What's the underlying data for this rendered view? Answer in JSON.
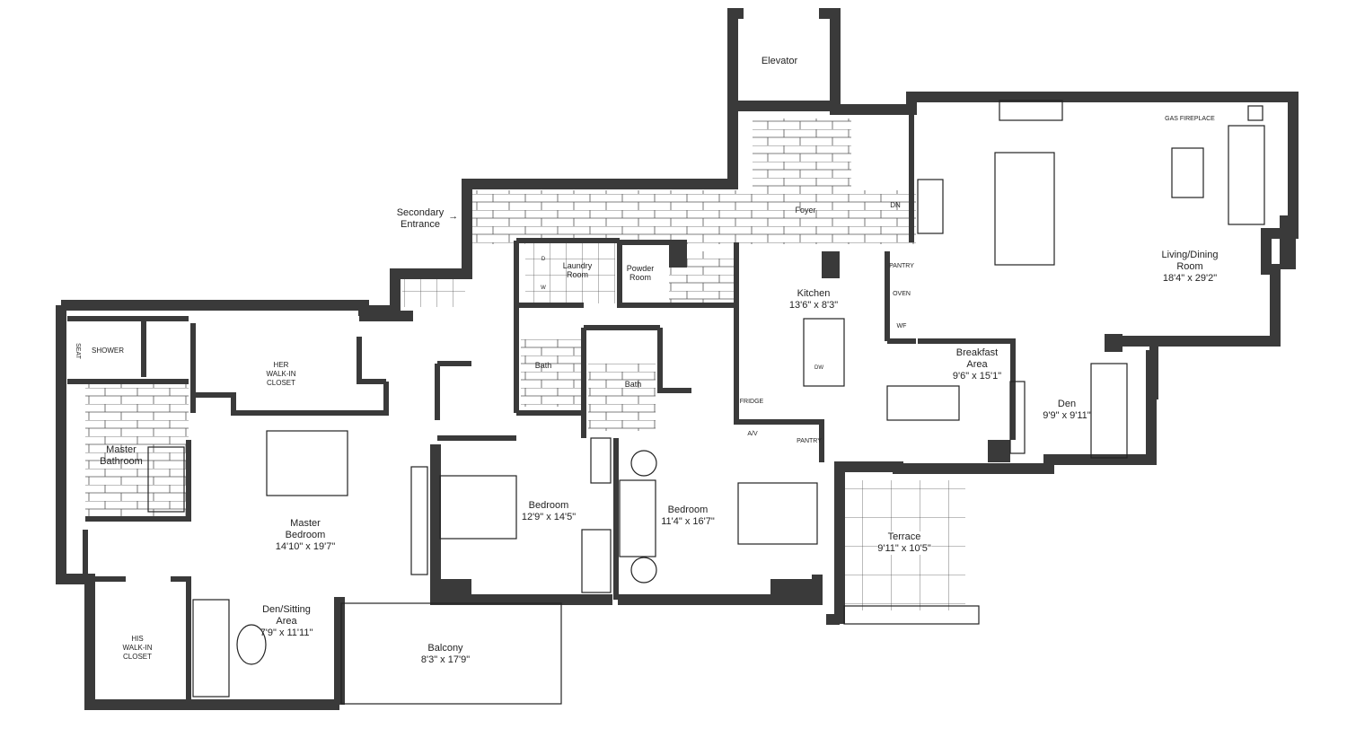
{
  "rooms": {
    "elevator": "Elevator",
    "foyer": "Foyer",
    "dn": "DN",
    "secondary_entrance": [
      "Secondary",
      "Entrance"
    ],
    "gas_fireplace": "GAS FIREPLACE",
    "living_dining": {
      "name": [
        "Living/Dining",
        "Room"
      ],
      "size": "18'4\" x 29'2\""
    },
    "laundry": [
      "Laundry",
      "Room"
    ],
    "dryer": "D",
    "washer": "W",
    "powder": [
      "Powder",
      "Room"
    ],
    "kitchen": {
      "name": "Kitchen",
      "size": "13'6\" x 8'3\""
    },
    "pantry": "PANTRY",
    "oven": "OVEN",
    "wf": "WF",
    "fridge": "FRIDGE",
    "av": "A/V",
    "pantry2": "PANTRY",
    "dw": "DW",
    "breakfast": {
      "name": [
        "Breakfast",
        "Area"
      ],
      "size": "9'6\" x 15'1\""
    },
    "den": {
      "name": "Den",
      "size": "9'9\" x 9'11\""
    },
    "shower": "SHOWER",
    "seat": "SEAT",
    "her_closet": [
      "HER",
      "WALK-IN",
      "CLOSET"
    ],
    "bath1": "Bath",
    "bath2": "Bath",
    "master_bath": [
      "Master",
      "Bathroom"
    ],
    "bedroom1": {
      "name": "Bedroom",
      "size": "12'9\" x 14'5\""
    },
    "bedroom2": {
      "name": "Bedroom",
      "size": "11'4\" x 16'7\""
    },
    "master_bedroom": {
      "name": [
        "Master",
        "Bedroom"
      ],
      "size": "14'10\" x 19'7\""
    },
    "terrace": {
      "name": "Terrace",
      "size": "9'11\" x 10'5\""
    },
    "den_sitting": {
      "name": [
        "Den/Sitting",
        "Area"
      ],
      "size": "7'9\" x 11'11\""
    },
    "his_closet": [
      "HIS",
      "WALK-IN",
      "CLOSET"
    ],
    "balcony": {
      "name": "Balcony",
      "size": "8'3\" x 17'9\""
    }
  },
  "colors": {
    "wall": "#3a3a3a",
    "line": "#222222"
  }
}
